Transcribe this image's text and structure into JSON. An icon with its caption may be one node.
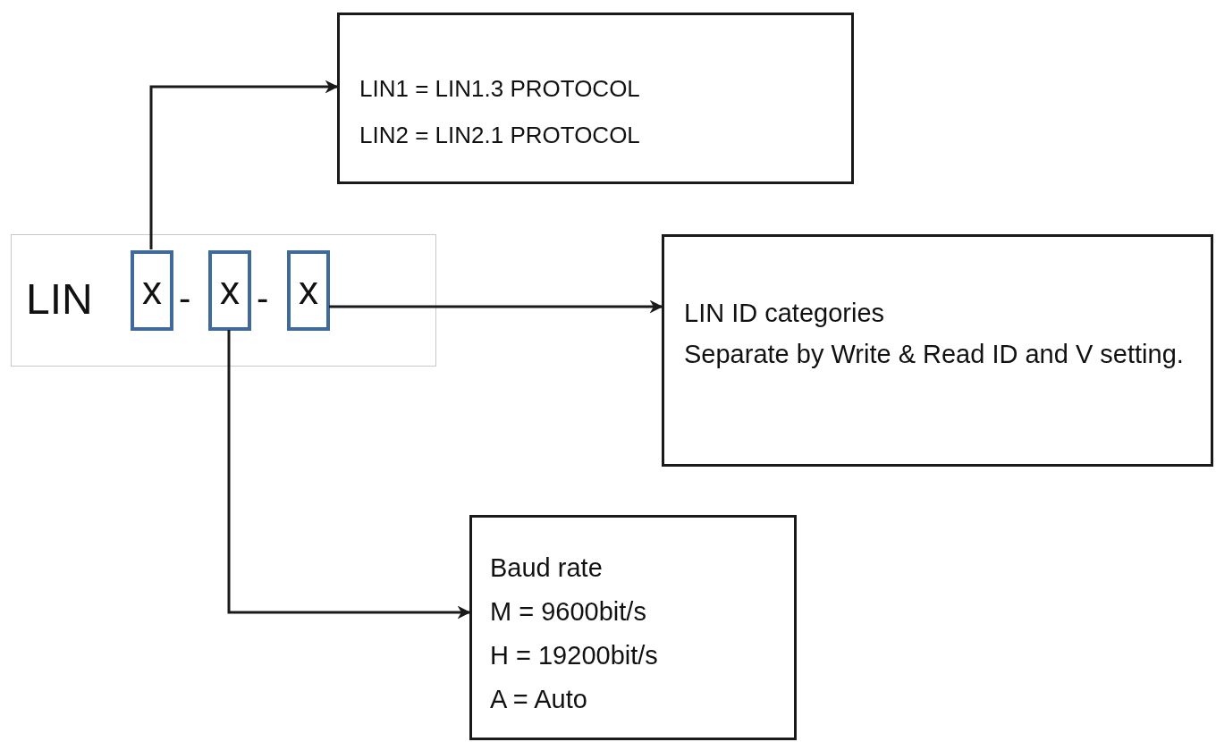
{
  "diagram": {
    "nodes": [
      {
        "text": [
          "LIN",
          "-",
          "-"
        ]
      },
      {
        "text": [
          "x"
        ],
        "in": 0
      },
      {
        "text": [
          "x"
        ],
        "in": 0
      },
      {
        "text": [
          "x"
        ],
        "in": 0
      },
      {
        "text": [
          "LIN1 = LIN1.3 PROTOCOL",
          "LIN2 = LIN2.1 PROTOCOL"
        ]
      },
      {
        "text": [
          "LIN ID categories",
          "Separate by Write & Read ID and V setting."
        ]
      },
      {
        "text": [
          "Baud rate",
          "M = 9600bit/s",
          "H = 19200bit/s",
          "A = Auto"
        ]
      }
    ],
    "edges": [
      {
        "from": 1,
        "to": 4,
        "arrow": "to"
      },
      {
        "from": 3,
        "to": 5,
        "arrow": "to"
      },
      {
        "from": 2,
        "to": 6,
        "arrow": "to"
      }
    ]
  }
}
